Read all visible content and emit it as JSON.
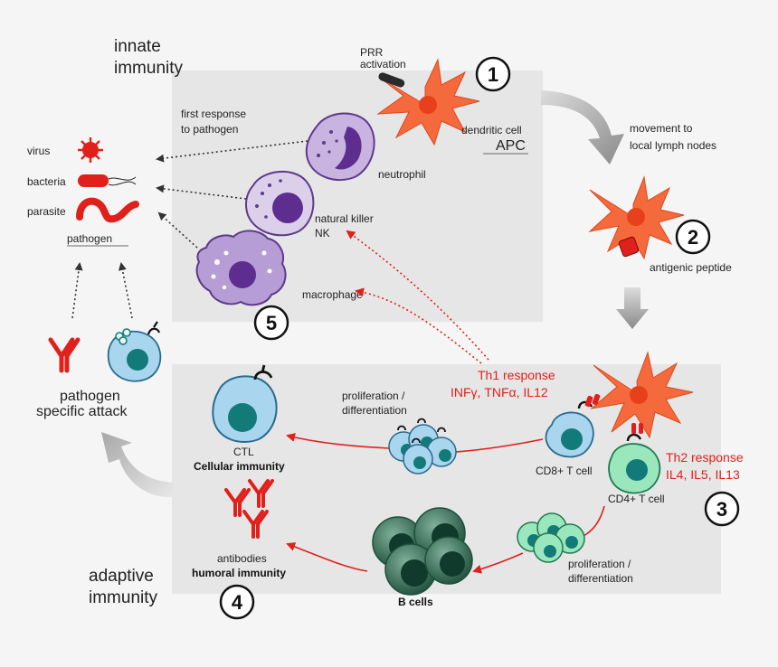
{
  "sections": {
    "innate": [
      "innate",
      "immunity"
    ],
    "adaptive": [
      "adaptive",
      "immunity"
    ]
  },
  "steps": [
    "1",
    "2",
    "3",
    "4",
    "5"
  ],
  "innate_labels": {
    "prr": [
      "PRR",
      "activation"
    ],
    "dendritic_cell": "dendritic cell",
    "apc": "APC",
    "first_response": [
      "first response",
      "to pathogen"
    ],
    "neutrophil": "neutrophil",
    "natural_killer": [
      "natural killer",
      "NK"
    ],
    "macrophage": "macrophage"
  },
  "pathogen": {
    "virus": "virus",
    "bacteria": "bacteria",
    "parasite": "parasite",
    "title": "pathogen"
  },
  "attack": [
    "pathogen",
    "specific attack"
  ],
  "movement": [
    "movement to",
    "local lymph nodes"
  ],
  "antigenic_peptide": "antigenic peptide",
  "th1": [
    "Th1 response",
    "INFγ, TNFα, IL12"
  ],
  "th2": [
    "Th2 response",
    "IL4, IL5, IL13"
  ],
  "adaptive_labels": {
    "proliferation_top": [
      "proliferation /",
      "differentiation"
    ],
    "ctl": "CTL",
    "cellular": "Cellular immunity",
    "cd8": "CD8+ T cell",
    "cd4": "CD4+ T cell",
    "antibodies": "antibodies",
    "humoral": "humoral immunity",
    "b_cells": "B cells",
    "proliferation_bottom": [
      "proliferation /",
      "differentiation"
    ]
  },
  "colors": {
    "panel": "#e6e6e6",
    "red": "#e0201b",
    "dendritic": "#f46a3c",
    "purple": "#8a5fb0",
    "blue_cell": "#a9d6ee",
    "teal_nucleus": "#127a78",
    "green_cell": "#9ae6bd",
    "b_cell": "#2f6b52"
  }
}
